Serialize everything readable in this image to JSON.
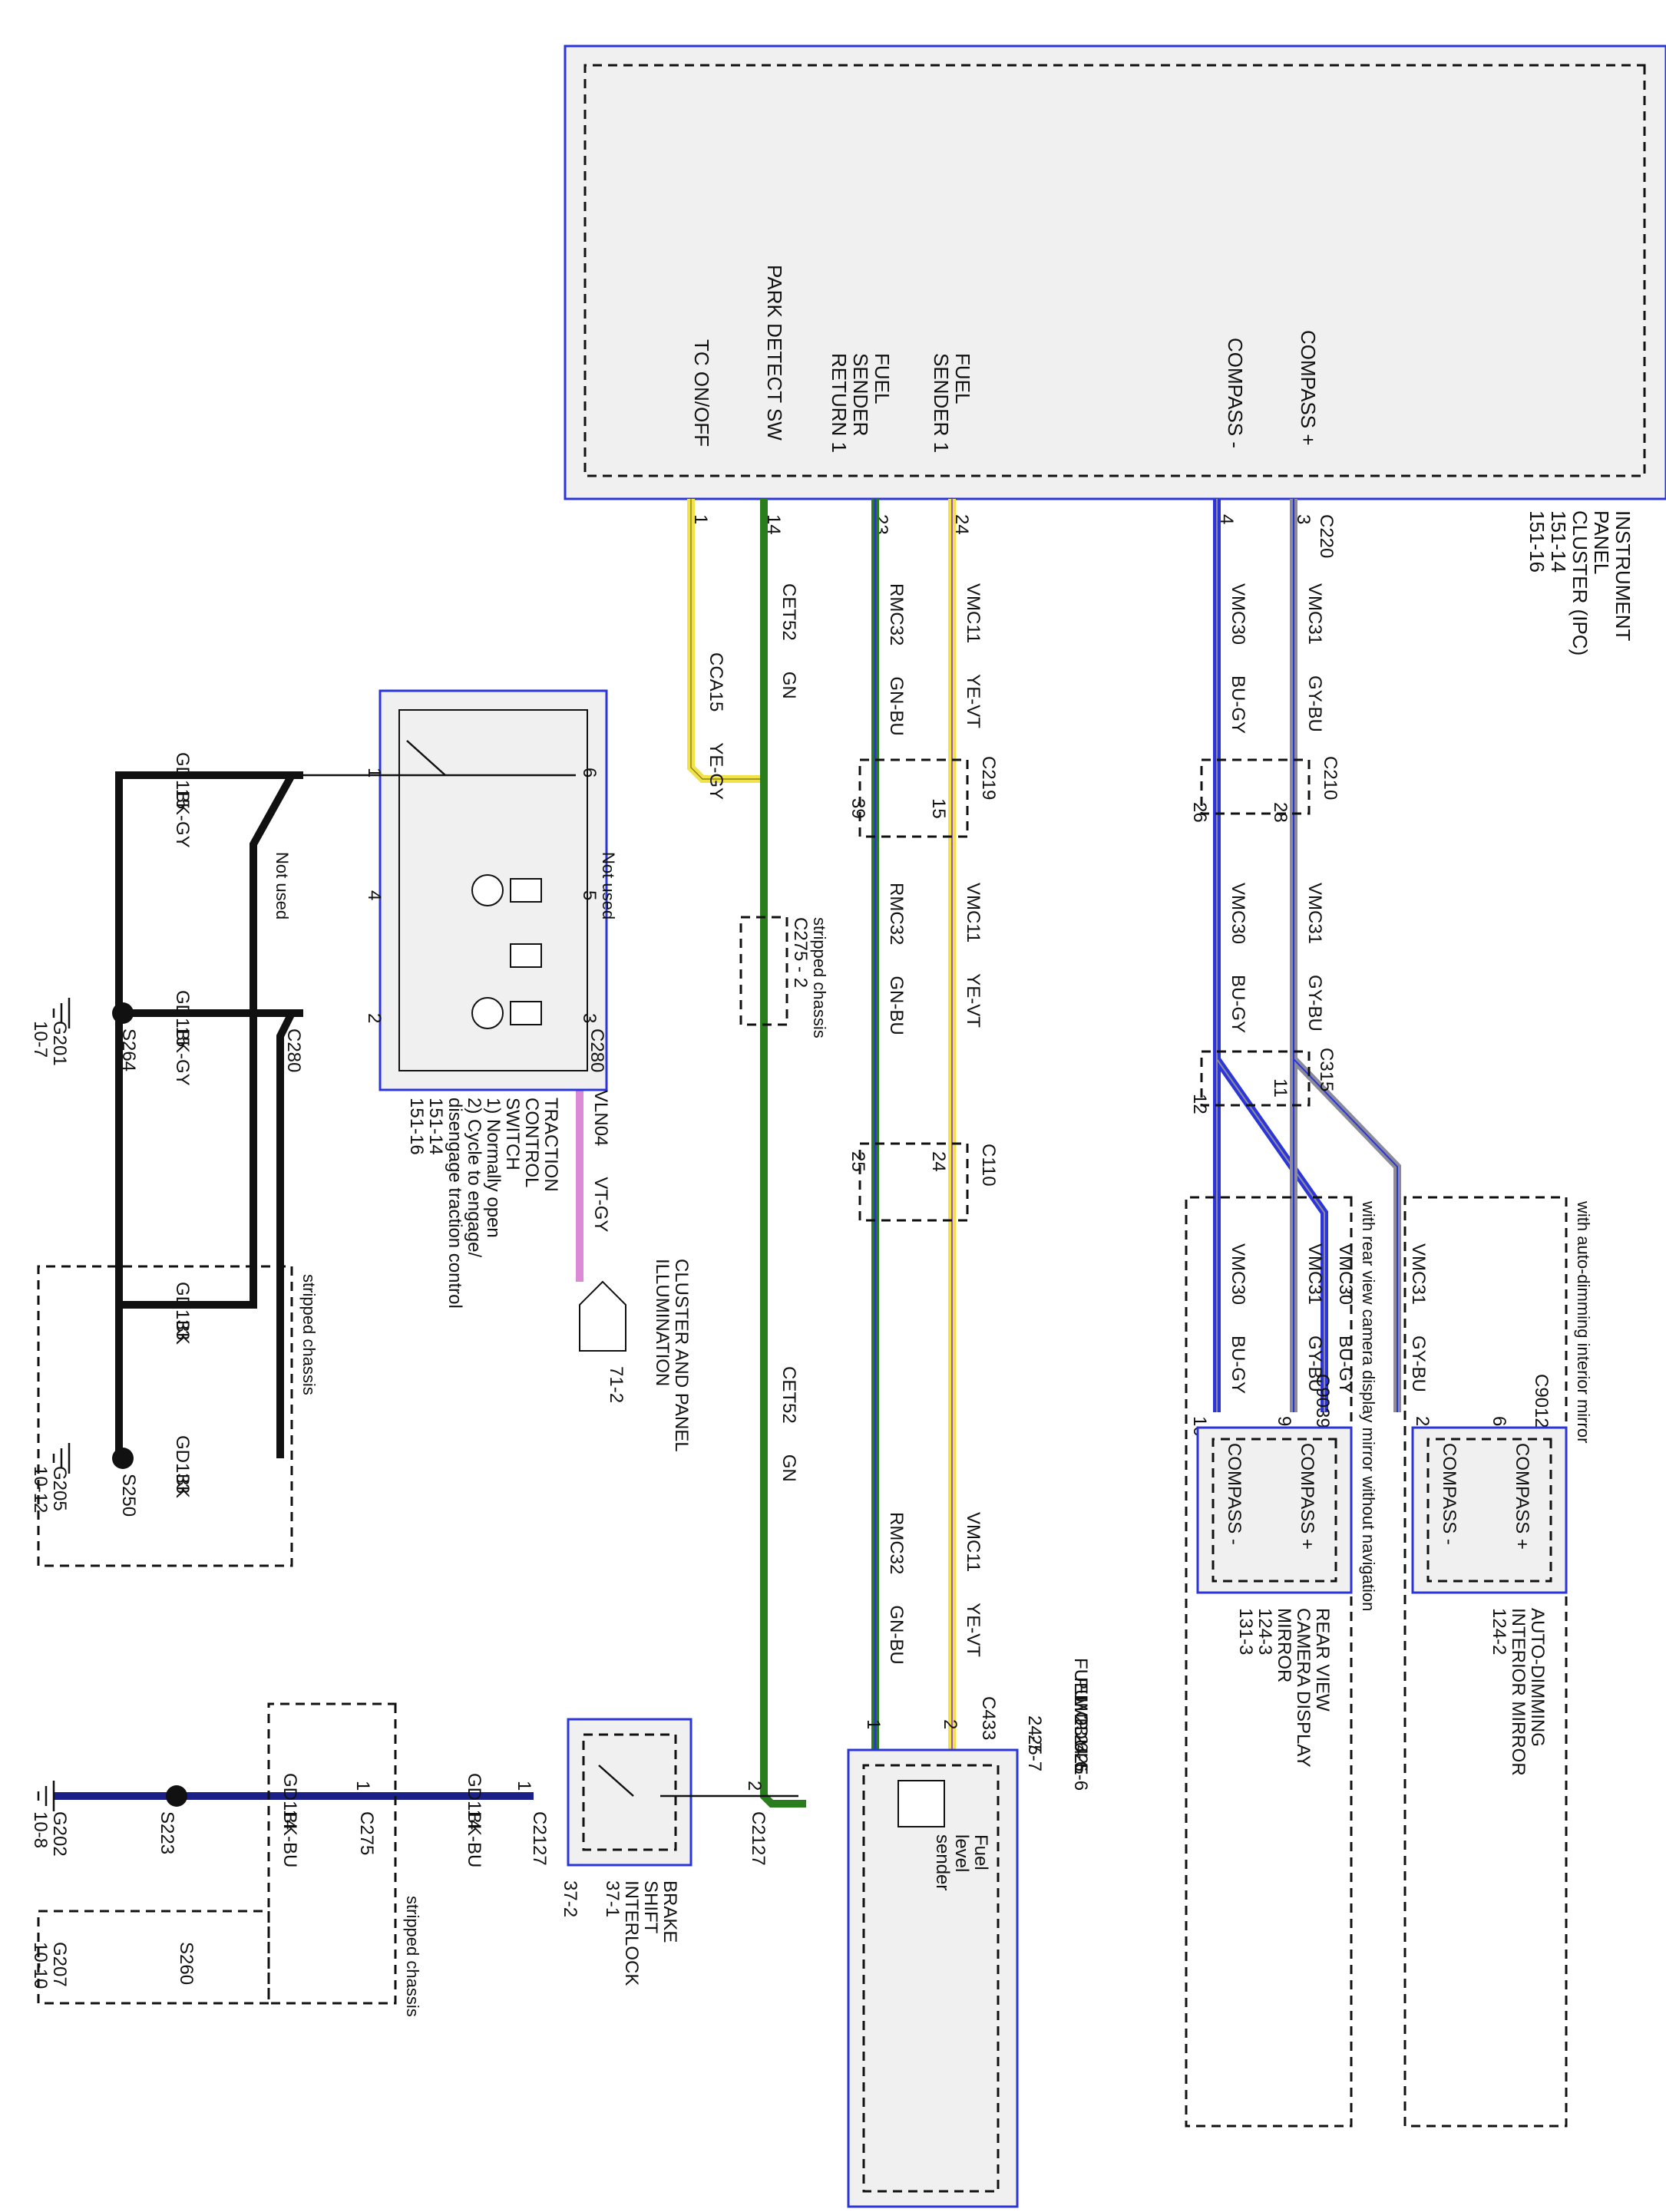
{
  "ipc": {
    "title_lines": [
      "INSTRUMENT",
      "PANEL",
      "CLUSTER (IPC)",
      "151-14",
      "151-16"
    ],
    "pins": [
      {
        "lines": [
          "TC ON/OFF"
        ],
        "num": "1"
      },
      {
        "lines": [
          "PARK DETECT SW"
        ],
        "num": "14"
      },
      {
        "lines": [
          "FUEL",
          "SENDER",
          "RETURN 1"
        ],
        "num": "23"
      },
      {
        "lines": [
          "FUEL",
          "SENDER 1"
        ],
        "num": "24"
      },
      {
        "lines": [
          "COMPASS -"
        ],
        "num": "4"
      },
      {
        "lines": [
          "COMPASS +"
        ],
        "num": "3"
      }
    ],
    "connector": "C220"
  },
  "wires": {
    "cca15": {
      "circuit": "CCA15",
      "color": "YE-GY"
    },
    "cet52": {
      "circuit": "CET52",
      "color": "GN"
    },
    "rmc32": {
      "circuit": "RMC32",
      "color": "GN-BU"
    },
    "vmc11": {
      "circuit": "VMC11",
      "color": "YE-VT"
    },
    "vmc30": {
      "circuit": "VMC30",
      "color": "BU-GY"
    },
    "vmc31": {
      "circuit": "VMC31",
      "color": "GY-BU"
    },
    "vln04": {
      "circuit": "VLN04",
      "color": "VT-GY"
    },
    "gd115": {
      "circuit": "GD115",
      "color": "BK-GY"
    },
    "gd133": {
      "circuit": "GD133",
      "color": "BK"
    },
    "gd114": {
      "circuit": "GD114",
      "color": "BK-BU"
    }
  },
  "connectors": {
    "c219": "C219",
    "c210": "C210",
    "c315": "C315",
    "c110": "C110",
    "c433": "C433",
    "c275_2": "C275 - 2",
    "c280a": "C280",
    "c280b": "C280",
    "c2127a": "C2127",
    "c2127b": "C2127",
    "c275": "C275",
    "c9039": "C9039",
    "c9012": "C9012"
  },
  "pins": {
    "p39": "39",
    "p15": "15",
    "p28": "28",
    "p26": "26",
    "p25": "25",
    "p24b": "24",
    "p12": "12",
    "p11": "11",
    "p10": "10",
    "p9": "9",
    "p2m": "2",
    "p6m": "6",
    "tcs6": "6",
    "tcs5": "5",
    "tcs3": "3",
    "tcs1": "1",
    "tcs4": "4",
    "tcs2": "2",
    "fp1": "1",
    "fp2": "2",
    "bs1": "1",
    "bs2": "2",
    "c275p1": "1",
    "sw1": "1",
    "sw2": "2"
  },
  "labels": {
    "stripped_chassis": "stripped chassis",
    "not_used": "Not used",
    "with_auto_dim": "with auto-dimming interior mirror",
    "with_rvc": "with rear view camera display mirror without navigation",
    "compass_plus": "COMPASS +",
    "compass_minus": "COMPASS -",
    "fuel_level_sender": [
      "Fuel",
      "level",
      "sender"
    ]
  },
  "tcs": {
    "lines": [
      "TRACTION",
      "CONTROL",
      "SWITCH",
      "1) Normally open",
      "2) Cycle to engage/",
      "disengage traction control",
      "151-14",
      "151-16"
    ]
  },
  "illum": {
    "lines": [
      "CLUSTER AND PANEL",
      "ILLUMINATION",
      "71-2"
    ]
  },
  "fpm": {
    "lines": [
      "FUEL",
      "PUMP",
      "MODULE",
      "23-6",
      "24-6",
      "25-6"
    ],
    "lines2": [
      "24-7",
      "25-7"
    ]
  },
  "bsi": {
    "lines": [
      "BRAKE",
      "SHIFT",
      "INTERLOCK",
      "37-1"
    ],
    "extra": "37-2"
  },
  "rvcm": {
    "lines": [
      "REAR VIEW",
      "CAMERA DISPLAY",
      "MIRROR",
      "124-3",
      "131-3"
    ]
  },
  "adim": {
    "lines": [
      "AUTO-DIMMING",
      "INTERIOR MIRROR",
      "124-2"
    ]
  },
  "grounds": {
    "s264": "S264",
    "g201": [
      "G201",
      "10-7"
    ],
    "s250": "S250",
    "g205": [
      "G205",
      "10-12"
    ],
    "s223": "S223",
    "g202": [
      "G202",
      "10-8"
    ],
    "s260": "S260",
    "g207": [
      "G207",
      "10-10"
    ]
  },
  "colors": {
    "yellow": "#f2e24a",
    "green": "#2a7d1c",
    "blue": "#2b35d9",
    "gray": "#8b8b9a",
    "violet": "#dd8ad6",
    "black": "#111111",
    "frame": "#2b35d9"
  }
}
